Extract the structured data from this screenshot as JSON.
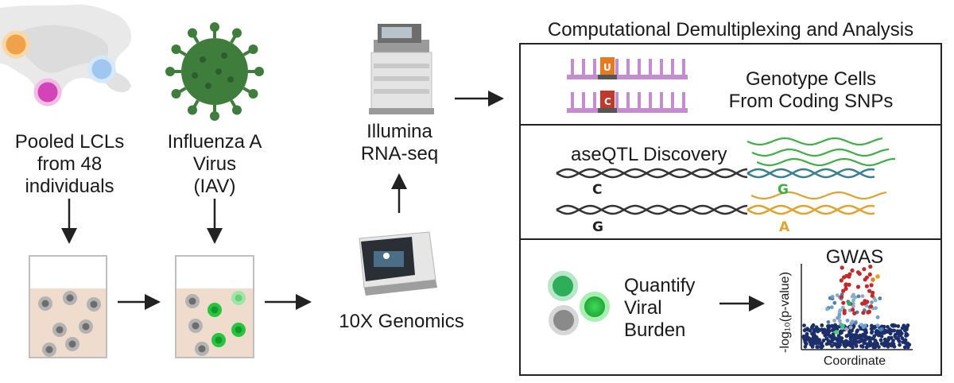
{
  "stages": {
    "pooled": {
      "line1": "Pooled LCLs",
      "line2": "from 48",
      "line3": "individuals"
    },
    "virus": {
      "line1": "Influenza A",
      "line2": "Virus",
      "line3": "(IAV)"
    },
    "illumina": {
      "line1": "Illumina",
      "line2": "RNA-seq"
    },
    "genomics": {
      "label": "10X Genomics"
    }
  },
  "analysis": {
    "title": "Computational Demultiplexing and Analysis",
    "genotype": {
      "line1": "Genotype Cells",
      "line2": "From Coding SNPs",
      "base_top": "U",
      "base_bottom": "C"
    },
    "aseqtl": {
      "title": "aseQTL Discovery",
      "allele_ref_1": "C",
      "allele_alt_1": "G",
      "allele_ref_2": "G",
      "allele_alt_2": "A"
    },
    "burden": {
      "line1": "Quantify",
      "line2": "Viral",
      "line3": "Burden"
    },
    "gwas": {
      "title": "GWAS",
      "ylabel": "-log₁₀(p-value)",
      "xlabel": "Coordinate"
    }
  },
  "colors": {
    "rna_purple": "#c58ccf",
    "virus_green": "#3f7d3d",
    "green_strand": "#3cb043",
    "orange_strand": "#e0a32e",
    "infected_green": "#27c43f",
    "gwas_navy": "#1c2f6b",
    "gwas_red": "#c62828"
  }
}
